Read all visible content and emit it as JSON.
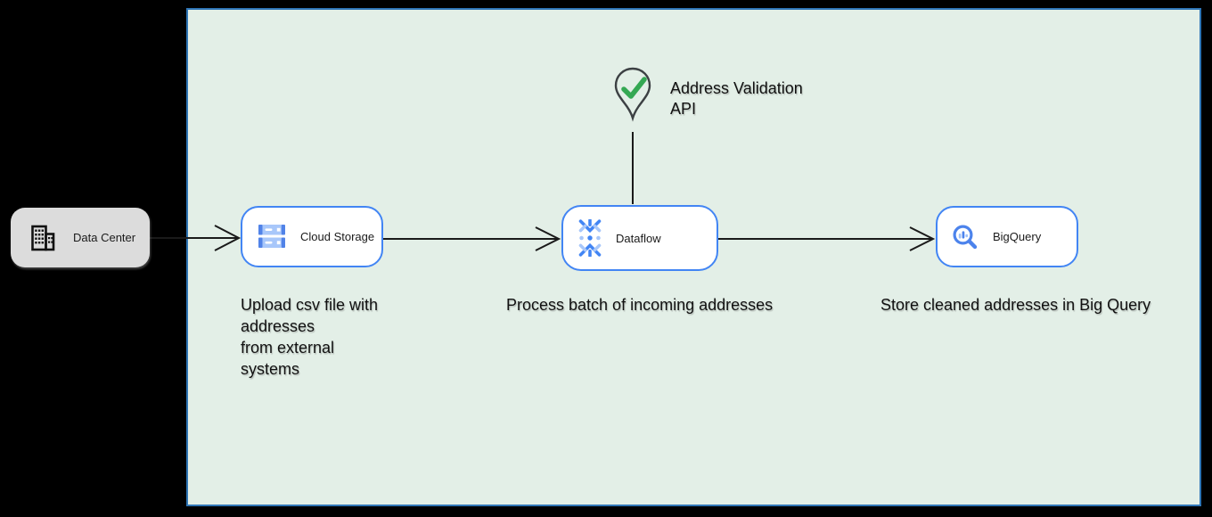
{
  "colors": {
    "page_background": "#000000",
    "container_fill": "#E3EFE7",
    "container_border": "#2E75B6",
    "node_border": "#4285F4",
    "node_fill": "#FFFFFF",
    "external_node_fill": "#DCDCDC",
    "connector": "#1A1A1A",
    "check_green": "#34A853",
    "pin_outline": "#3C4043",
    "icon_blue_dark": "#4285F4",
    "icon_blue_mid": "#5183E8",
    "icon_blue_light": "#A8C7FA"
  },
  "nodes": {
    "data_center": {
      "label": "Data Center",
      "icon": "building-icon"
    },
    "cloud_storage": {
      "label": "Cloud Storage",
      "icon": "cloud-storage-icon"
    },
    "dataflow": {
      "label": "Dataflow",
      "icon": "dataflow-icon"
    },
    "bigquery": {
      "label": "BigQuery",
      "icon": "bigquery-icon"
    }
  },
  "annotations": {
    "api_pin_label": "Address Validation\nAPI",
    "upload_caption": "Upload csv file with\naddresses\nfrom external\nsystems",
    "process_caption": "Process batch of incoming addresses",
    "store_caption": "Store cleaned addresses in Big Query"
  }
}
